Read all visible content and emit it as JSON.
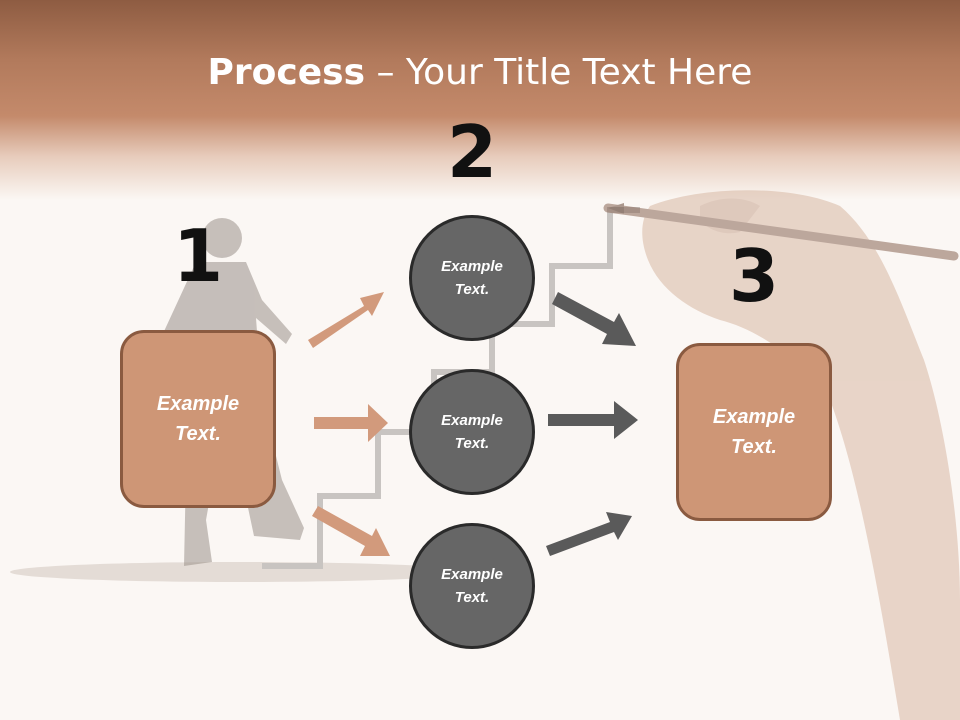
{
  "slide": {
    "title_bold": "Process",
    "title_rest": " – Your Title Text Here"
  },
  "steps": {
    "one": "1",
    "two": "2",
    "three": "3"
  },
  "left_box": {
    "line1": "Example",
    "line2": "Text."
  },
  "right_box": {
    "line1": "Example",
    "line2": "Text."
  },
  "circles": [
    {
      "line1": "Example",
      "line2": "Text."
    },
    {
      "line1": "Example",
      "line2": "Text."
    },
    {
      "line1": "Example",
      "line2": "Text."
    }
  ],
  "colors": {
    "accent": "#c48a6b",
    "box_fill": "#ce9676",
    "circle_fill": "#666666",
    "arrow_salmon": "#d29a7c",
    "arrow_gray": "#5a5a5a"
  }
}
